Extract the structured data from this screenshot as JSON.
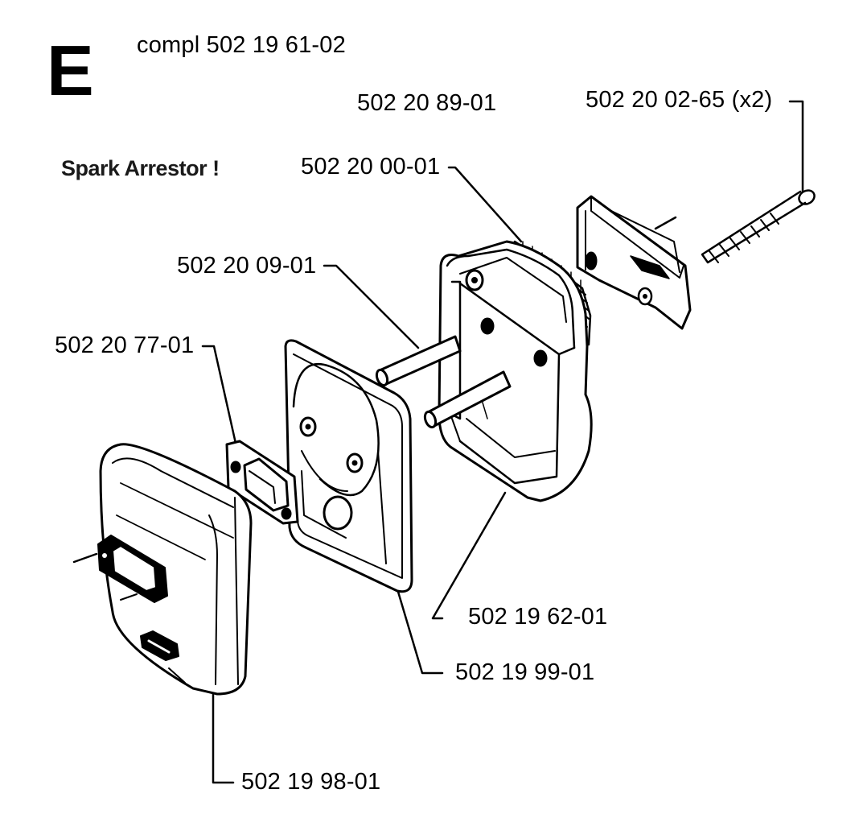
{
  "section": {
    "letter": "E",
    "assembly": "compl 502 19 61-02"
  },
  "note": "Spark Arrestor !",
  "parts": {
    "p_2089": "502 20 89-01",
    "p_2002": "502 20 02-65 (x2)",
    "p_2000": "502 20 00-01",
    "p_2009": "502 20 09-01",
    "p_2077": "502 20 77-01",
    "p_1962": "502 19 62-01",
    "p_1999": "502 19 99-01",
    "p_1998": "502 19 98-01"
  },
  "colors": {
    "ink": "#000000",
    "paper": "#ffffff"
  }
}
